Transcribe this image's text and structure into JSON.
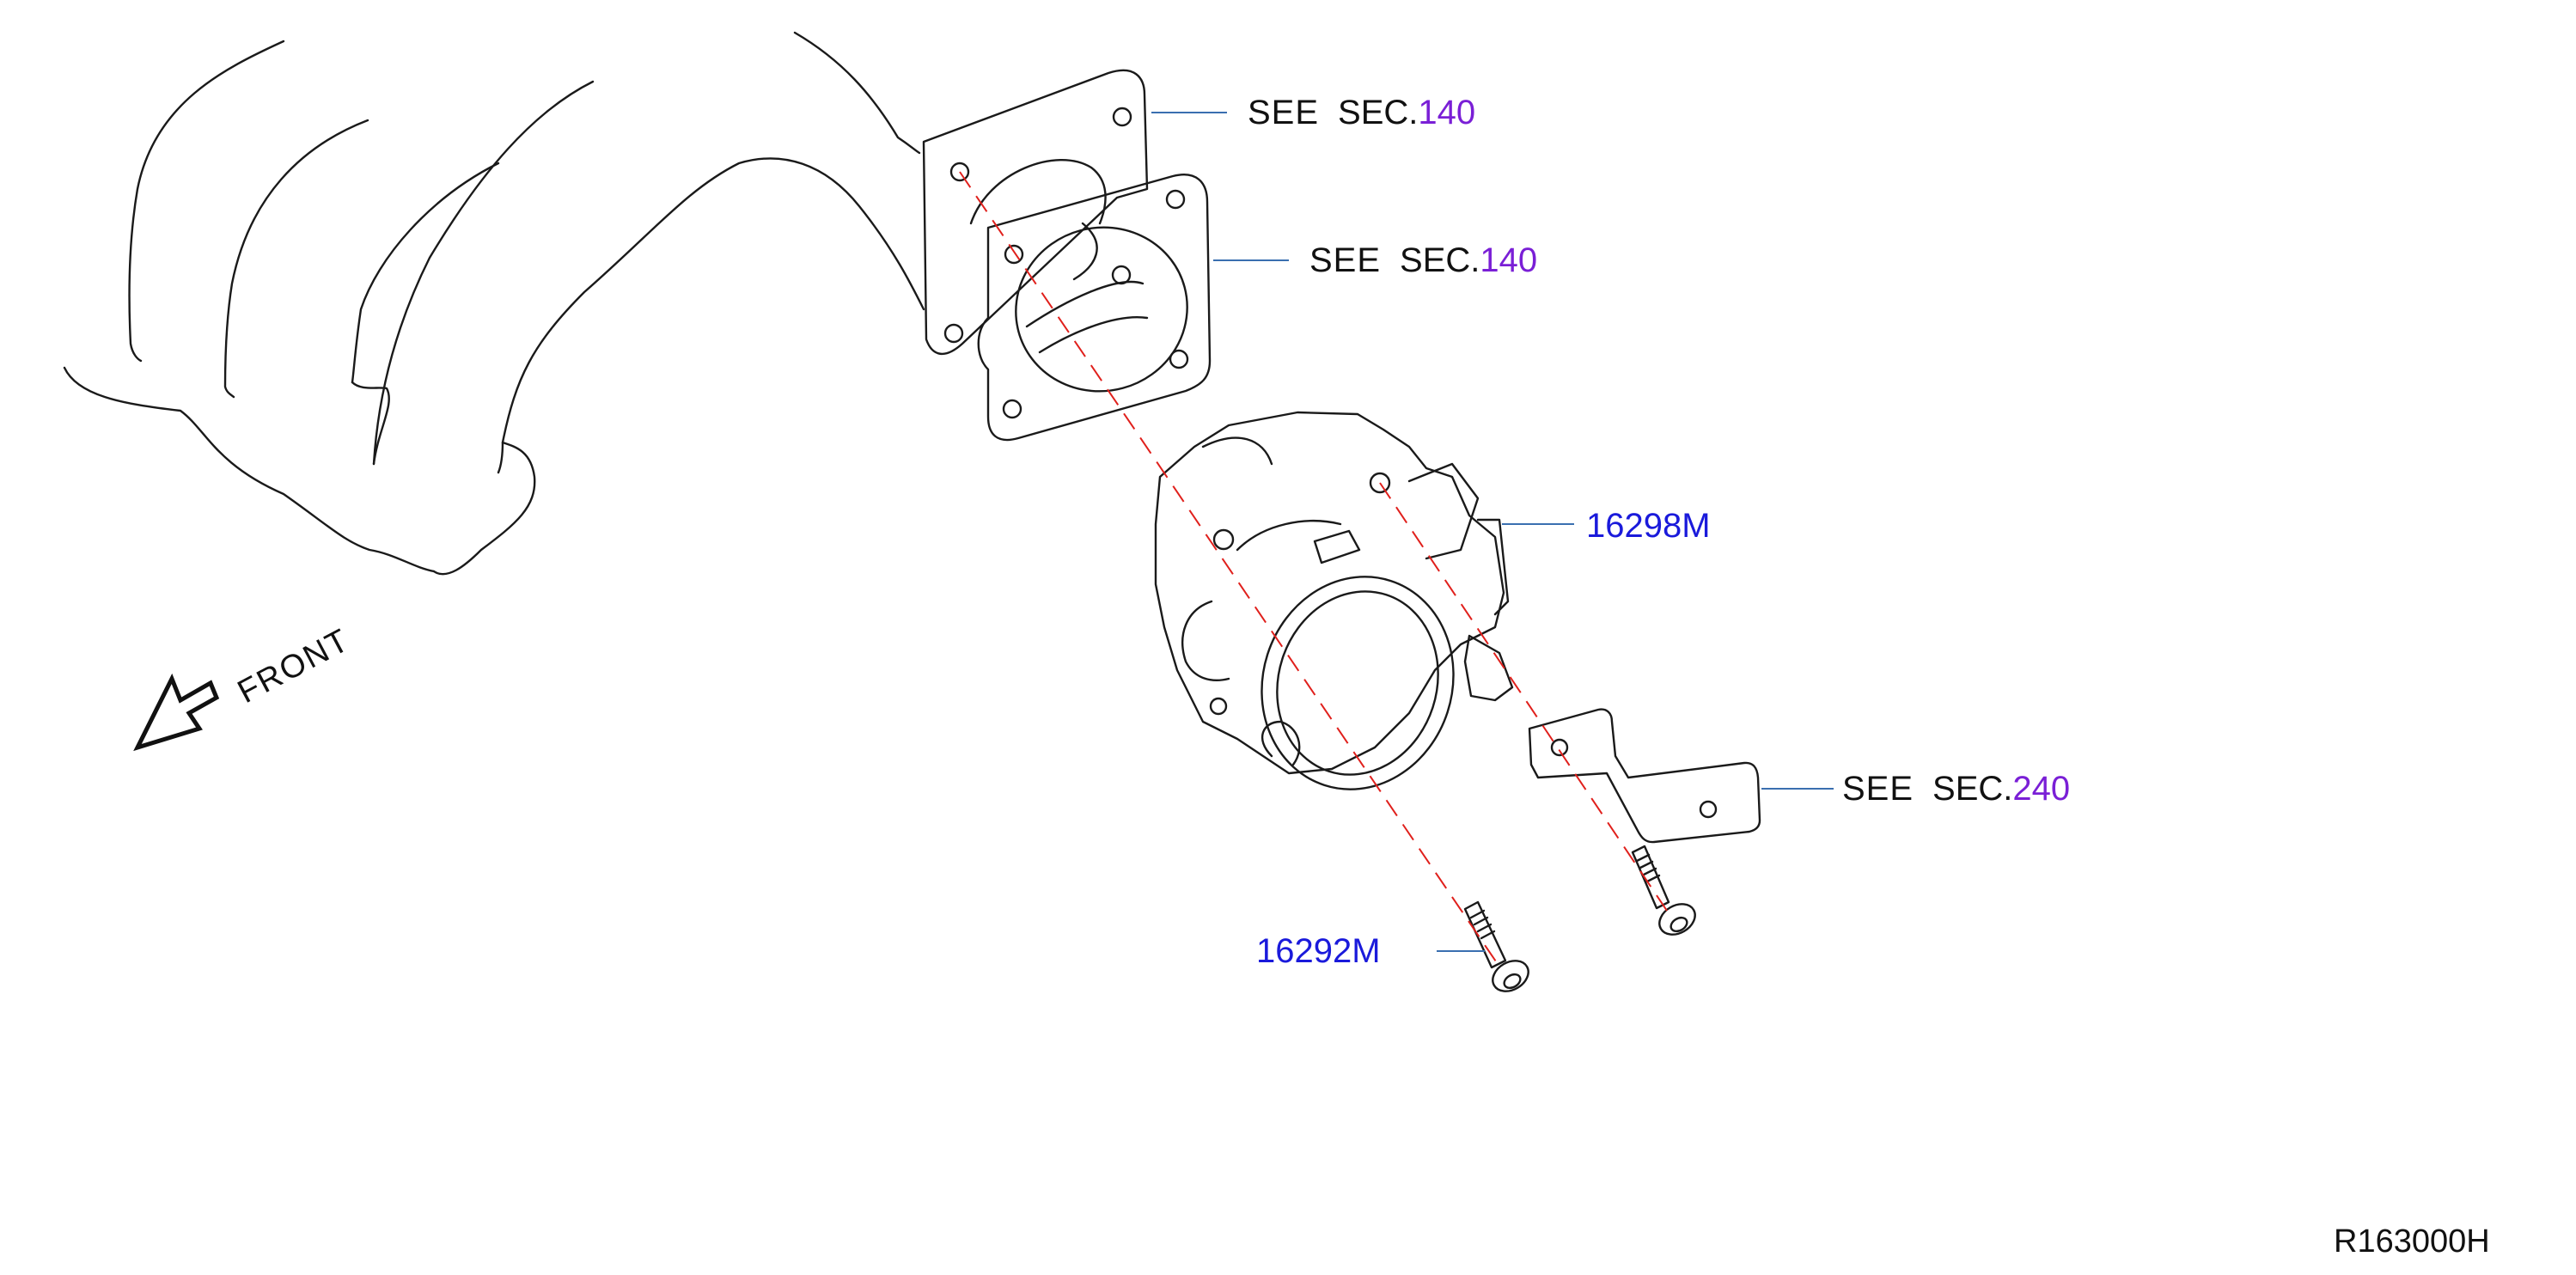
{
  "callouts": {
    "upper_gasket": {
      "prefix": "SEE",
      "sec_label": "SEC.",
      "sec_number": "140"
    },
    "lower_gasket": {
      "prefix": "SEE",
      "sec_label": "SEC.",
      "sec_number": "140"
    },
    "bracket": {
      "prefix": "SEE",
      "sec_label": "SEC.",
      "sec_number": "240"
    }
  },
  "parts": {
    "throttle_body": {
      "number": "16298M"
    },
    "bolt": {
      "number": "16292M"
    }
  },
  "direction": {
    "label": "FRONT"
  },
  "diagram_id": "R163000H",
  "colors": {
    "line": "#1a1a1a",
    "leader": "#3a6fb0",
    "dashed": "#e0201c",
    "part_link": "#1a1adb",
    "section_link": "#7a1fd6"
  }
}
